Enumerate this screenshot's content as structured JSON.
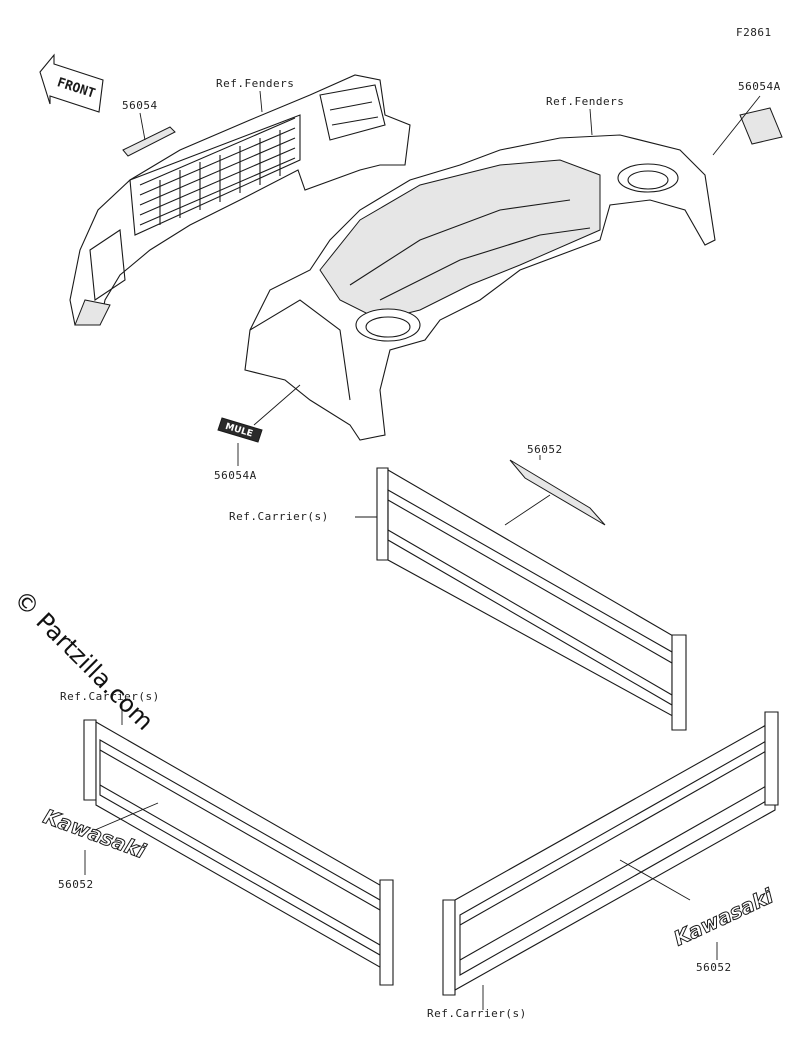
{
  "figure_code": "F2861",
  "watermark": "© Partzilla.com",
  "front_arrow": "FRONT",
  "labels": {
    "ref_fenders_left": "Ref.Fenders",
    "ref_fenders_right": "Ref.Fenders",
    "part_56054": "56054",
    "part_56054a_top": "56054A",
    "part_56054a_mid": "56054A",
    "part_56052_mid": "56052",
    "part_56052_left": "56052",
    "part_56052_right": "56052",
    "ref_carrier_mid": "Ref.Carrier(s)",
    "ref_carrier_left": "Ref.Carrier(s)",
    "ref_carrier_bottom": "Ref.Carrier(s)"
  },
  "decals": {
    "kawasaki_left": "Kawasaki",
    "kawasaki_right": "Kawasaki",
    "mule": "MULE"
  }
}
